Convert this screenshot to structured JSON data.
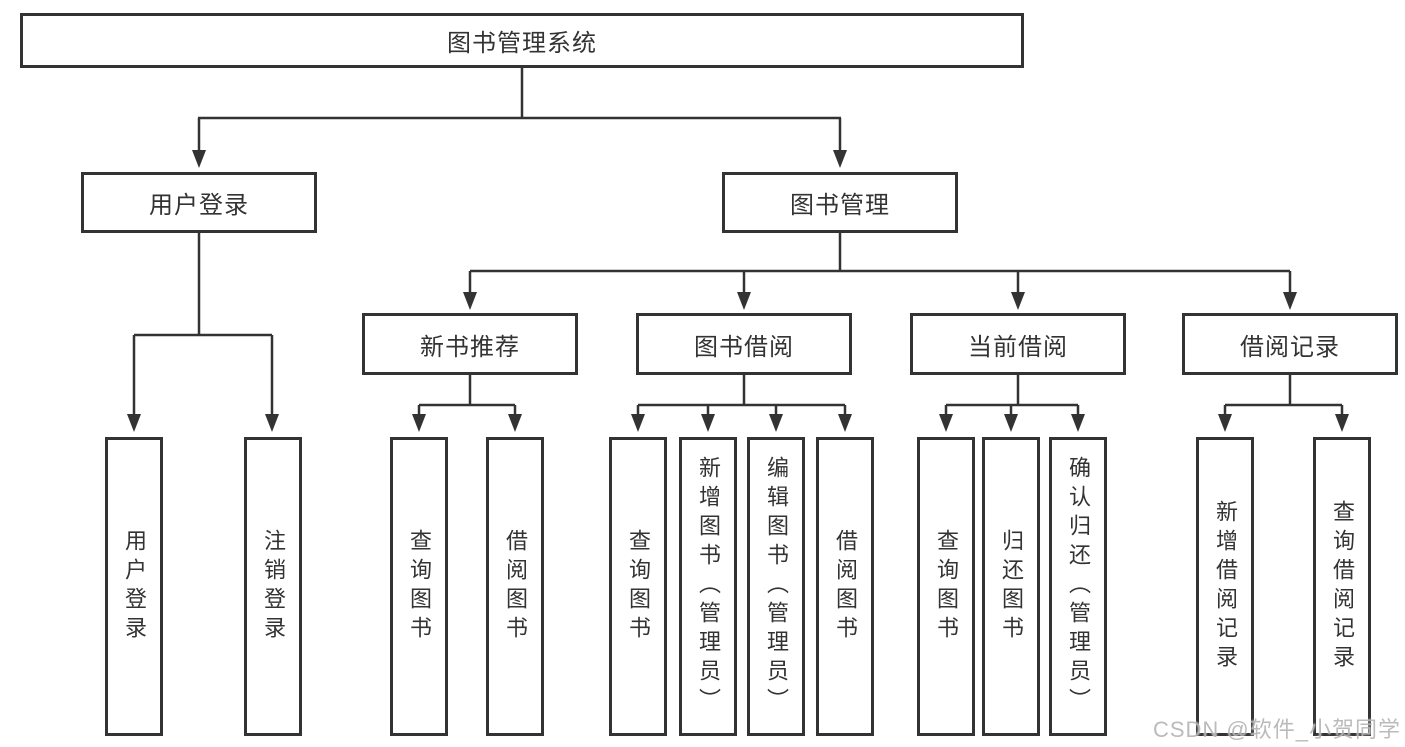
{
  "diagram": {
    "root": {
      "label": "图书管理系统"
    },
    "level2": {
      "user_login": {
        "label": "用户登录"
      },
      "book_mgmt": {
        "label": "图书管理"
      }
    },
    "level3": {
      "new_books": {
        "label": "新书推荐"
      },
      "borrow": {
        "label": "图书借阅"
      },
      "current": {
        "label": "当前借阅"
      },
      "records": {
        "label": "借阅记录"
      }
    },
    "leaves": {
      "user_login": [
        "用户登录",
        "注销登录"
      ],
      "new_books": [
        "查询图书",
        "借阅图书"
      ],
      "borrow": [
        "查询图书",
        "新增图书（管理员）",
        "编辑图书（管理员）",
        "借阅图书"
      ],
      "current": [
        "查询图书",
        "归还图书",
        "确认归还（管理员）"
      ],
      "records": [
        "新增借阅记录",
        "查询借阅记录"
      ]
    },
    "watermark": "CSDN @软件_小贺同学",
    "colors": {
      "line": "#333333",
      "text": "#333333",
      "background": "#ffffff",
      "watermark": "#afafaf"
    }
  }
}
